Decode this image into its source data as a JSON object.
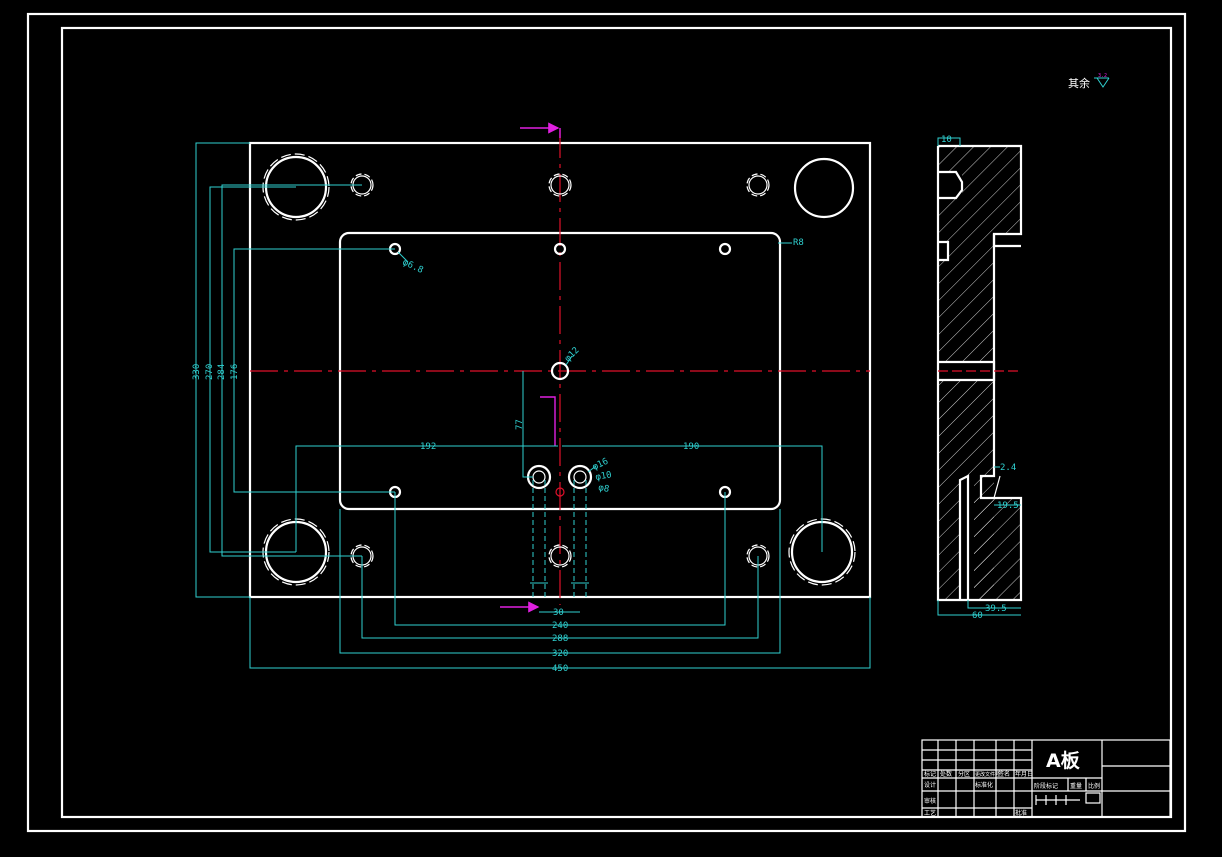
{
  "title_block": {
    "part_name": "A板",
    "row1": [
      "标记",
      "处数",
      "分区",
      "更改文件号",
      "签名",
      "年月日"
    ],
    "row2": [
      "设计",
      "标准化",
      "阶段标记",
      "重量",
      "比例"
    ],
    "row3": [
      "审核"
    ],
    "row4": [
      "工艺",
      "批准"
    ]
  },
  "surface_note": {
    "text": "其余",
    "symbol": "3.2"
  },
  "plan_dims": {
    "vertical": [
      "330",
      "270",
      "284",
      "176"
    ],
    "horizontal": [
      "192",
      "190",
      "30",
      "240",
      "288",
      "320",
      "450"
    ],
    "offset": "77",
    "holes": [
      "φ6.8",
      "φ12",
      "φ16",
      "φ10",
      "φ8"
    ],
    "radius": "R8"
  },
  "section_dims": [
    "10",
    "2.4",
    "19.5",
    "39.5",
    "60"
  ],
  "colors": {
    "outline": "#ffffff",
    "dimension": "#2fd0d0",
    "centerline": "#e0102a",
    "section_marker": "#e020e0"
  }
}
